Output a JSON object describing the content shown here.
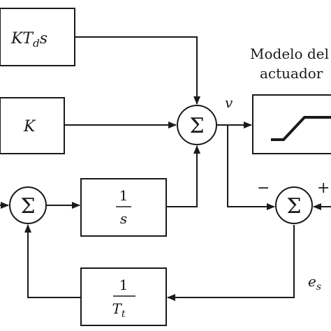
{
  "blocks": {
    "derivative": {
      "label": "KT",
      "sub": "d",
      "tail": "s"
    },
    "proportional": {
      "label": "K"
    },
    "integrator": {
      "num": "1",
      "den": "s"
    },
    "tracking_gain": {
      "num": "1",
      "den": "T",
      "den_sub": "t"
    },
    "actuator": {
      "title_line1": "Modelo del",
      "title_line2": "actuador"
    }
  },
  "summers": {
    "symbol": "Σ"
  },
  "signals": {
    "v": "v",
    "es_main": "e",
    "es_sub": "s",
    "minus": "−",
    "plus": "+"
  }
}
